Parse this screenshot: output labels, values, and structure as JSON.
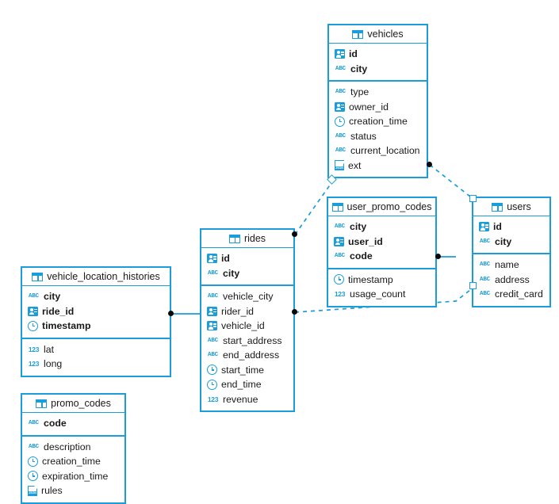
{
  "diagram": {
    "title": "Database schema ER diagram",
    "accent_color": "#1b9dd9",
    "connector_dot_color": "#0a0a0a",
    "icon_names": {
      "table": "table-icon",
      "key": "primary-key-icon",
      "string": "abc-string-type-icon",
      "number": "123-number-type-icon",
      "timestamp": "clock-timestamp-type-icon",
      "json": "json-type-icon"
    },
    "tables": [
      {
        "id": "vehicles",
        "name": "vehicles",
        "keys": [
          {
            "name": "id",
            "type": "key"
          },
          {
            "name": "city",
            "type": "string"
          }
        ],
        "fields": [
          {
            "name": "type",
            "type": "string"
          },
          {
            "name": "owner_id",
            "type": "key"
          },
          {
            "name": "creation_time",
            "type": "timestamp"
          },
          {
            "name": "status",
            "type": "string"
          },
          {
            "name": "current_location",
            "type": "string"
          },
          {
            "name": "ext",
            "type": "json"
          }
        ]
      },
      {
        "id": "user_promo_codes",
        "name": "user_promo_codes",
        "keys": [
          {
            "name": "city",
            "type": "string"
          },
          {
            "name": "user_id",
            "type": "key"
          },
          {
            "name": "code",
            "type": "string"
          }
        ],
        "fields": [
          {
            "name": "timestamp",
            "type": "timestamp"
          },
          {
            "name": "usage_count",
            "type": "number"
          }
        ]
      },
      {
        "id": "users",
        "name": "users",
        "keys": [
          {
            "name": "id",
            "type": "key"
          },
          {
            "name": "city",
            "type": "string"
          }
        ],
        "fields": [
          {
            "name": "name",
            "type": "string"
          },
          {
            "name": "address",
            "type": "string"
          },
          {
            "name": "credit_card",
            "type": "string"
          }
        ]
      },
      {
        "id": "rides",
        "name": "rides",
        "keys": [
          {
            "name": "id",
            "type": "key"
          },
          {
            "name": "city",
            "type": "string"
          }
        ],
        "fields": [
          {
            "name": "vehicle_city",
            "type": "string"
          },
          {
            "name": "rider_id",
            "type": "key"
          },
          {
            "name": "vehicle_id",
            "type": "key"
          },
          {
            "name": "start_address",
            "type": "string"
          },
          {
            "name": "end_address",
            "type": "string"
          },
          {
            "name": "start_time",
            "type": "timestamp"
          },
          {
            "name": "end_time",
            "type": "timestamp"
          },
          {
            "name": "revenue",
            "type": "number"
          }
        ]
      },
      {
        "id": "vehicle_location_histories",
        "name": "vehicle_location_histories",
        "keys": [
          {
            "name": "city",
            "type": "string"
          },
          {
            "name": "ride_id",
            "type": "key"
          },
          {
            "name": "timestamp",
            "type": "timestamp"
          }
        ],
        "fields": [
          {
            "name": "lat",
            "type": "number"
          },
          {
            "name": "long",
            "type": "number"
          }
        ]
      },
      {
        "id": "promo_codes",
        "name": "promo_codes",
        "keys": [
          {
            "name": "code",
            "type": "string"
          }
        ],
        "fields": [
          {
            "name": "description",
            "type": "string"
          },
          {
            "name": "creation_time",
            "type": "timestamp"
          },
          {
            "name": "expiration_time",
            "type": "timestamp"
          },
          {
            "name": "rules",
            "type": "json"
          }
        ]
      }
    ],
    "relationships": [
      {
        "from": "vehicles",
        "to": "users",
        "style": "dashed"
      },
      {
        "from": "rides",
        "to": "vehicles",
        "style": "dashed"
      },
      {
        "from": "user_promo_codes",
        "to": "users",
        "style": "dashed"
      },
      {
        "from": "vehicle_location_histories",
        "to": "rides",
        "style": "solid"
      }
    ],
    "type_glyphs": {
      "string": "ABC",
      "number": "123",
      "json": "JSON"
    }
  }
}
